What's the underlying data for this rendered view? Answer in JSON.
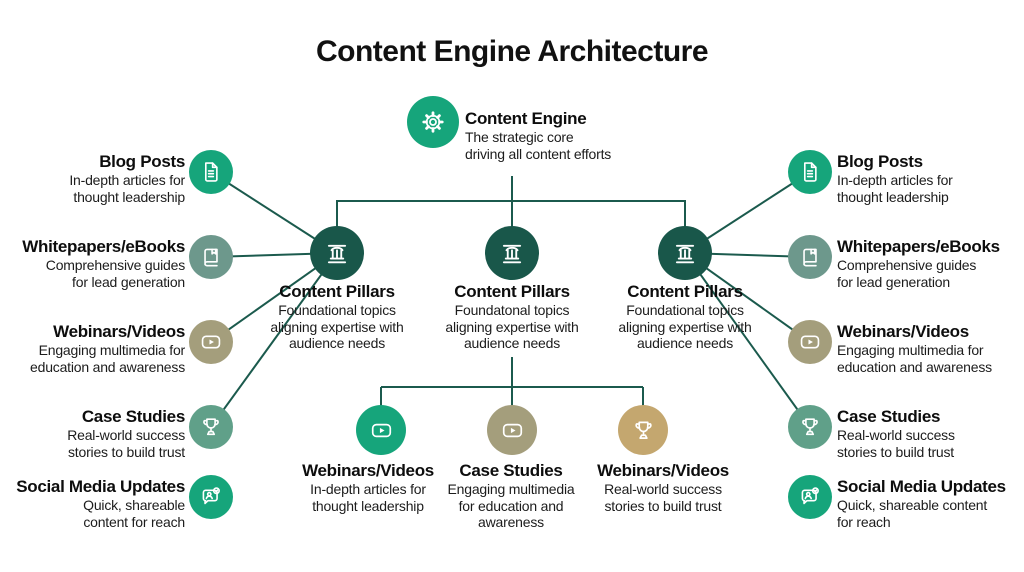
{
  "title": "Content Engine Architecture",
  "colors": {
    "green": "#16A57B",
    "sage": "#6D988C",
    "sage_green": "#60A089",
    "olive": "#A49E7C",
    "tan": "#C4A76F",
    "pillar_dark": "#19574A",
    "line": "#1B5A4D"
  },
  "engine": {
    "title": "Content Engine",
    "lines": [
      "The strategic core",
      "driving all content efforts"
    ],
    "icon": "gear-icon"
  },
  "pillars": [
    {
      "title": "Content Pillars",
      "lines": [
        "Foundational topics",
        "aligning expertise with",
        "audience needs"
      ],
      "icon": "pillar-column-icon"
    },
    {
      "title": "Content Pillars",
      "lines": [
        "Foundatonal topics",
        "aligning expertise with",
        "audience needs"
      ],
      "icon": "pillar-column-icon"
    },
    {
      "title": "Content Pillars",
      "lines": [
        "Foundational topics",
        "aligning expertise with",
        "audience needs"
      ],
      "icon": "pillar-column-icon"
    }
  ],
  "left_items": [
    {
      "title": "Blog Posts",
      "lines": [
        "In-depth articles for",
        "thought leadership"
      ],
      "icon": "document-icon",
      "color": "green"
    },
    {
      "title": "Whitepapers/eBooks",
      "lines": [
        "Comprehensive guides",
        "for lead generation"
      ],
      "icon": "book-icon",
      "color": "sage"
    },
    {
      "title": "Webinars/Videos",
      "lines": [
        "Engaging multimedia for",
        "education and awareness"
      ],
      "icon": "video-play-icon",
      "color": "olive"
    },
    {
      "title": "Case Studies",
      "lines": [
        "Real-world success",
        "stories to build trust"
      ],
      "icon": "trophy-icon",
      "color": "sage_green"
    },
    {
      "title": "Social Media Updates",
      "lines": [
        "Quick, shareable",
        "content for reach"
      ],
      "icon": "social-chat-icon",
      "color": "green"
    }
  ],
  "right_items": [
    {
      "title": "Blog Posts",
      "lines": [
        "In-depth articles for",
        "thought leadership"
      ],
      "icon": "document-icon",
      "color": "green"
    },
    {
      "title": "Whitepapers/eBooks",
      "lines": [
        "Comprehensive guides",
        "for lead generation"
      ],
      "icon": "book-icon",
      "color": "sage"
    },
    {
      "title": "Webinars/Videos",
      "lines": [
        "Engaging multimedia for",
        "education and awareness"
      ],
      "icon": "video-play-icon",
      "color": "olive"
    },
    {
      "title": "Case Studies",
      "lines": [
        "Real-world success",
        "stories to build trust"
      ],
      "icon": "trophy-icon",
      "color": "sage_green"
    },
    {
      "title": "Social Media Updates",
      "lines": [
        "Quick, shareable content",
        "for reach"
      ],
      "icon": "social-chat-icon",
      "color": "green"
    }
  ],
  "bottom_items": [
    {
      "title": "Webinars/Videos",
      "lines": [
        "In-depth articles for",
        "thought leadership"
      ],
      "icon": "video-play-icon",
      "color": "green"
    },
    {
      "title": "Case Studies",
      "lines": [
        "Engaging multimedia",
        "for education and",
        "awareness"
      ],
      "icon": "video-play-icon",
      "color": "olive"
    },
    {
      "title": "Webinars/Videos",
      "lines": [
        "Real-world success",
        "stories to build trust"
      ],
      "icon": "trophy-icon",
      "color": "tan"
    }
  ]
}
